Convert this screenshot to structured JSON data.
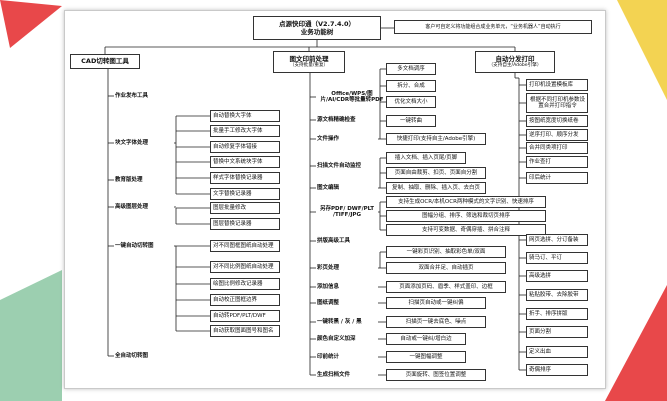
{
  "root": {
    "line1": "点源快印通（V2.7.4.0）",
    "line2": "业务功能树"
  },
  "note": "客户可自定义将功能组合成业务单元，“业务机器人”自动执行",
  "cad": {
    "title": "CAD切转图工具",
    "groups": [
      {
        "label": "作业发布工具",
        "items": []
      },
      {
        "label": "块文字体处理",
        "items": [
          "自动替换大字体",
          "批量手工修改大字体",
          "自动修复字体错接",
          "替换中文系统块字体",
          "样式字体替换记录器",
          "文字替换记录器"
        ]
      },
      {
        "label": "教育版处理",
        "items": []
      },
      {
        "label": "高级图层处理",
        "items": [
          "图层批量修改",
          "图层替换记录器"
        ]
      },
      {
        "label": "一键自动切转图",
        "items": [
          "对不同图框图纸自动处理",
          "对不同比例图纸自动处理",
          "绘图比例修改记录器",
          "自动校正图框边界",
          "自动转PDF/PLT/DWF",
          "自动获取图面图号和图名"
        ]
      },
      {
        "label": "全自动切转图",
        "items": []
      }
    ]
  },
  "print": {
    "title": "图文印前处理",
    "subtitle": "（支持批量/重复）",
    "groups": [
      {
        "label": "Office/WPS/图片/AI/CDR等批量转PDF",
        "items": []
      },
      {
        "label": "源文档精确检查",
        "items": []
      },
      {
        "label": "文件操作",
        "items": [
          "多文档调序",
          "拆分、合成",
          "优化文档大小",
          "一键转曲",
          "快捷打印(支持自主/Adobe引擎)"
        ]
      },
      {
        "label": "扫描文件自动监控",
        "items": []
      },
      {
        "label": "图文编辑",
        "items": [
          "插入文档、插入页尾/页脚",
          "页面自由裁剪、扣页、页面自分割",
          "复制、抽取、删除、插入页、去白页"
        ]
      },
      {
        "label": "另存PDF/ DWF/PLT /TIFF/JPG",
        "items": [
          "支持生成OCR/本机OCR两种模式的文字识别、快速排序",
          "图幅分组、排序、筛选和裁切页排序",
          "支持可变数据、奇偶穿插、拼合注释"
        ]
      },
      {
        "label": "拼版高级工具",
        "items": []
      },
      {
        "label": "彩页处理",
        "items": [
          "一键彩页识别、抽取彩色单/双面",
          "双面合并足、自动插页"
        ]
      },
      {
        "label": "添加信息",
        "items": [
          "页面添加页码、眉季、样式盖印、边框"
        ]
      },
      {
        "label": "图纸调整",
        "items": [
          "扫描页自动或一键纠偏"
        ]
      },
      {
        "label": "一键转黑 / 灰 / 黑",
        "items": [
          "扫描页一键去底色、噪点"
        ]
      },
      {
        "label": "颜色自定义加深",
        "items": [
          "自动或一键纠/增白边"
        ]
      },
      {
        "label": "印前统计",
        "items": [
          "一键图幅调整"
        ]
      },
      {
        "label": "生成扫档文件",
        "items": [
          "页面旋转、图签位置调整"
        ]
      }
    ]
  },
  "auto": {
    "title": "自动分发打印",
    "subtitle": "（支持自主/Adobe引擎）",
    "items": [
      "打印机设置模板库",
      "根据不同打印机参数设置合并打印指令",
      "按图纸宽度切换纸卷",
      "逆序打印、顺序分发",
      "合并同类项打印",
      "作业查打",
      "印后统计",
      "网页选拼、分订备装",
      "骑马订、平订",
      "高级选拼",
      "粘贴胶带、去除胶带",
      "折手、排序拼版",
      "页面分割",
      "定义出血",
      "奇偶排序"
    ]
  }
}
